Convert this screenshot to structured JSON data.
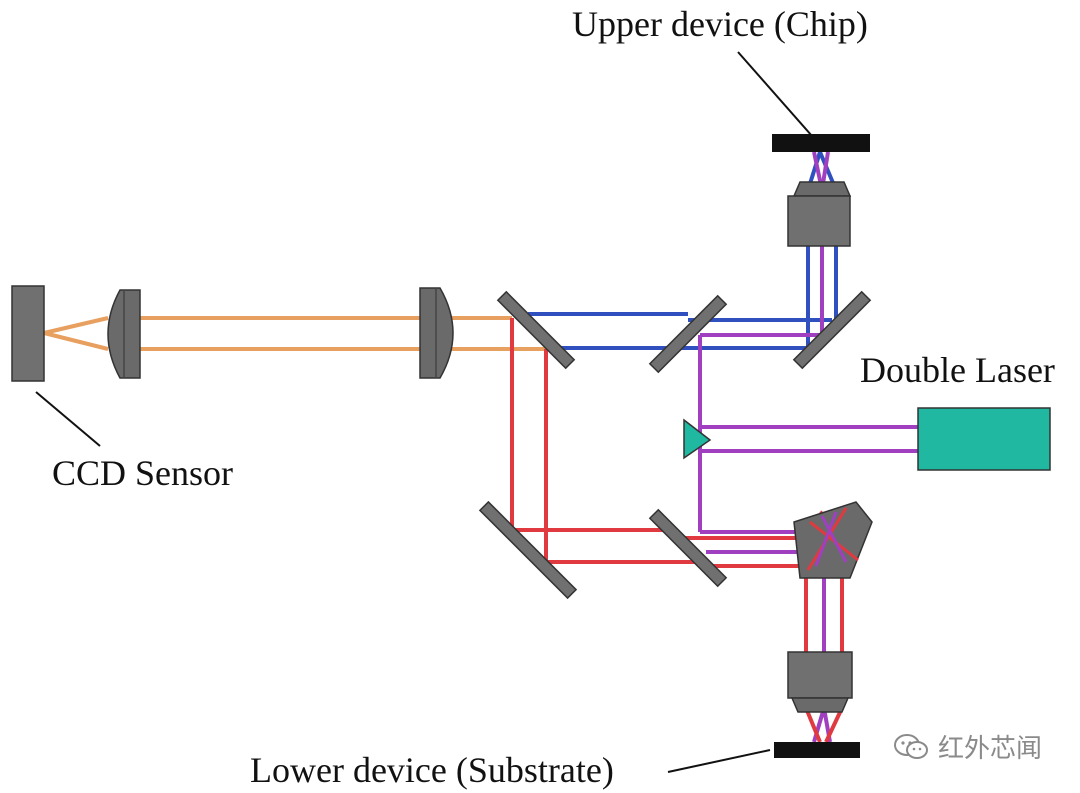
{
  "labels": {
    "upper_device": "Upper device (Chip)",
    "double_laser": "Double Laser",
    "ccd_sensor": "CCD Sensor",
    "lower_device": "Lower device (Substrate)"
  },
  "watermark": {
    "text": "红外芯闻"
  },
  "colors": {
    "orange_beam": "#e8a060",
    "blue_beam": "#3050c0",
    "red_beam": "#e03a40",
    "violet_beam": "#a040c0",
    "component_gray": "#707070",
    "laser_teal": "#20b8a0",
    "device_black": "#111111"
  }
}
